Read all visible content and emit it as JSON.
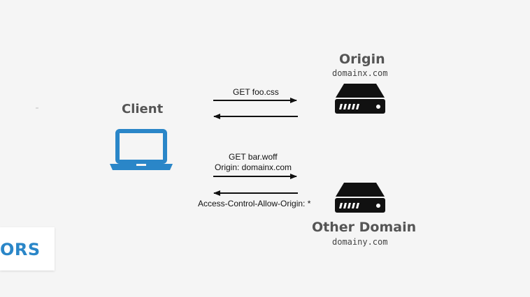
{
  "nodes": {
    "client": {
      "title": "Client"
    },
    "origin": {
      "title": "Origin",
      "domain": "domainx.com"
    },
    "other": {
      "title": "Other Domain",
      "domain": "domainy.com"
    }
  },
  "messages": {
    "get_css": "GET foo.css",
    "get_woff": "GET bar.woff",
    "origin_header": "Origin: domainx.com",
    "acao_header": "Access-Control-Allow-Origin: *"
  },
  "badge": {
    "text": "ORS"
  },
  "colors": {
    "laptop": "#2a86c8",
    "badge_text": "#2a86c8",
    "server": "#111111",
    "arrow": "#111111",
    "title": "#555555"
  }
}
